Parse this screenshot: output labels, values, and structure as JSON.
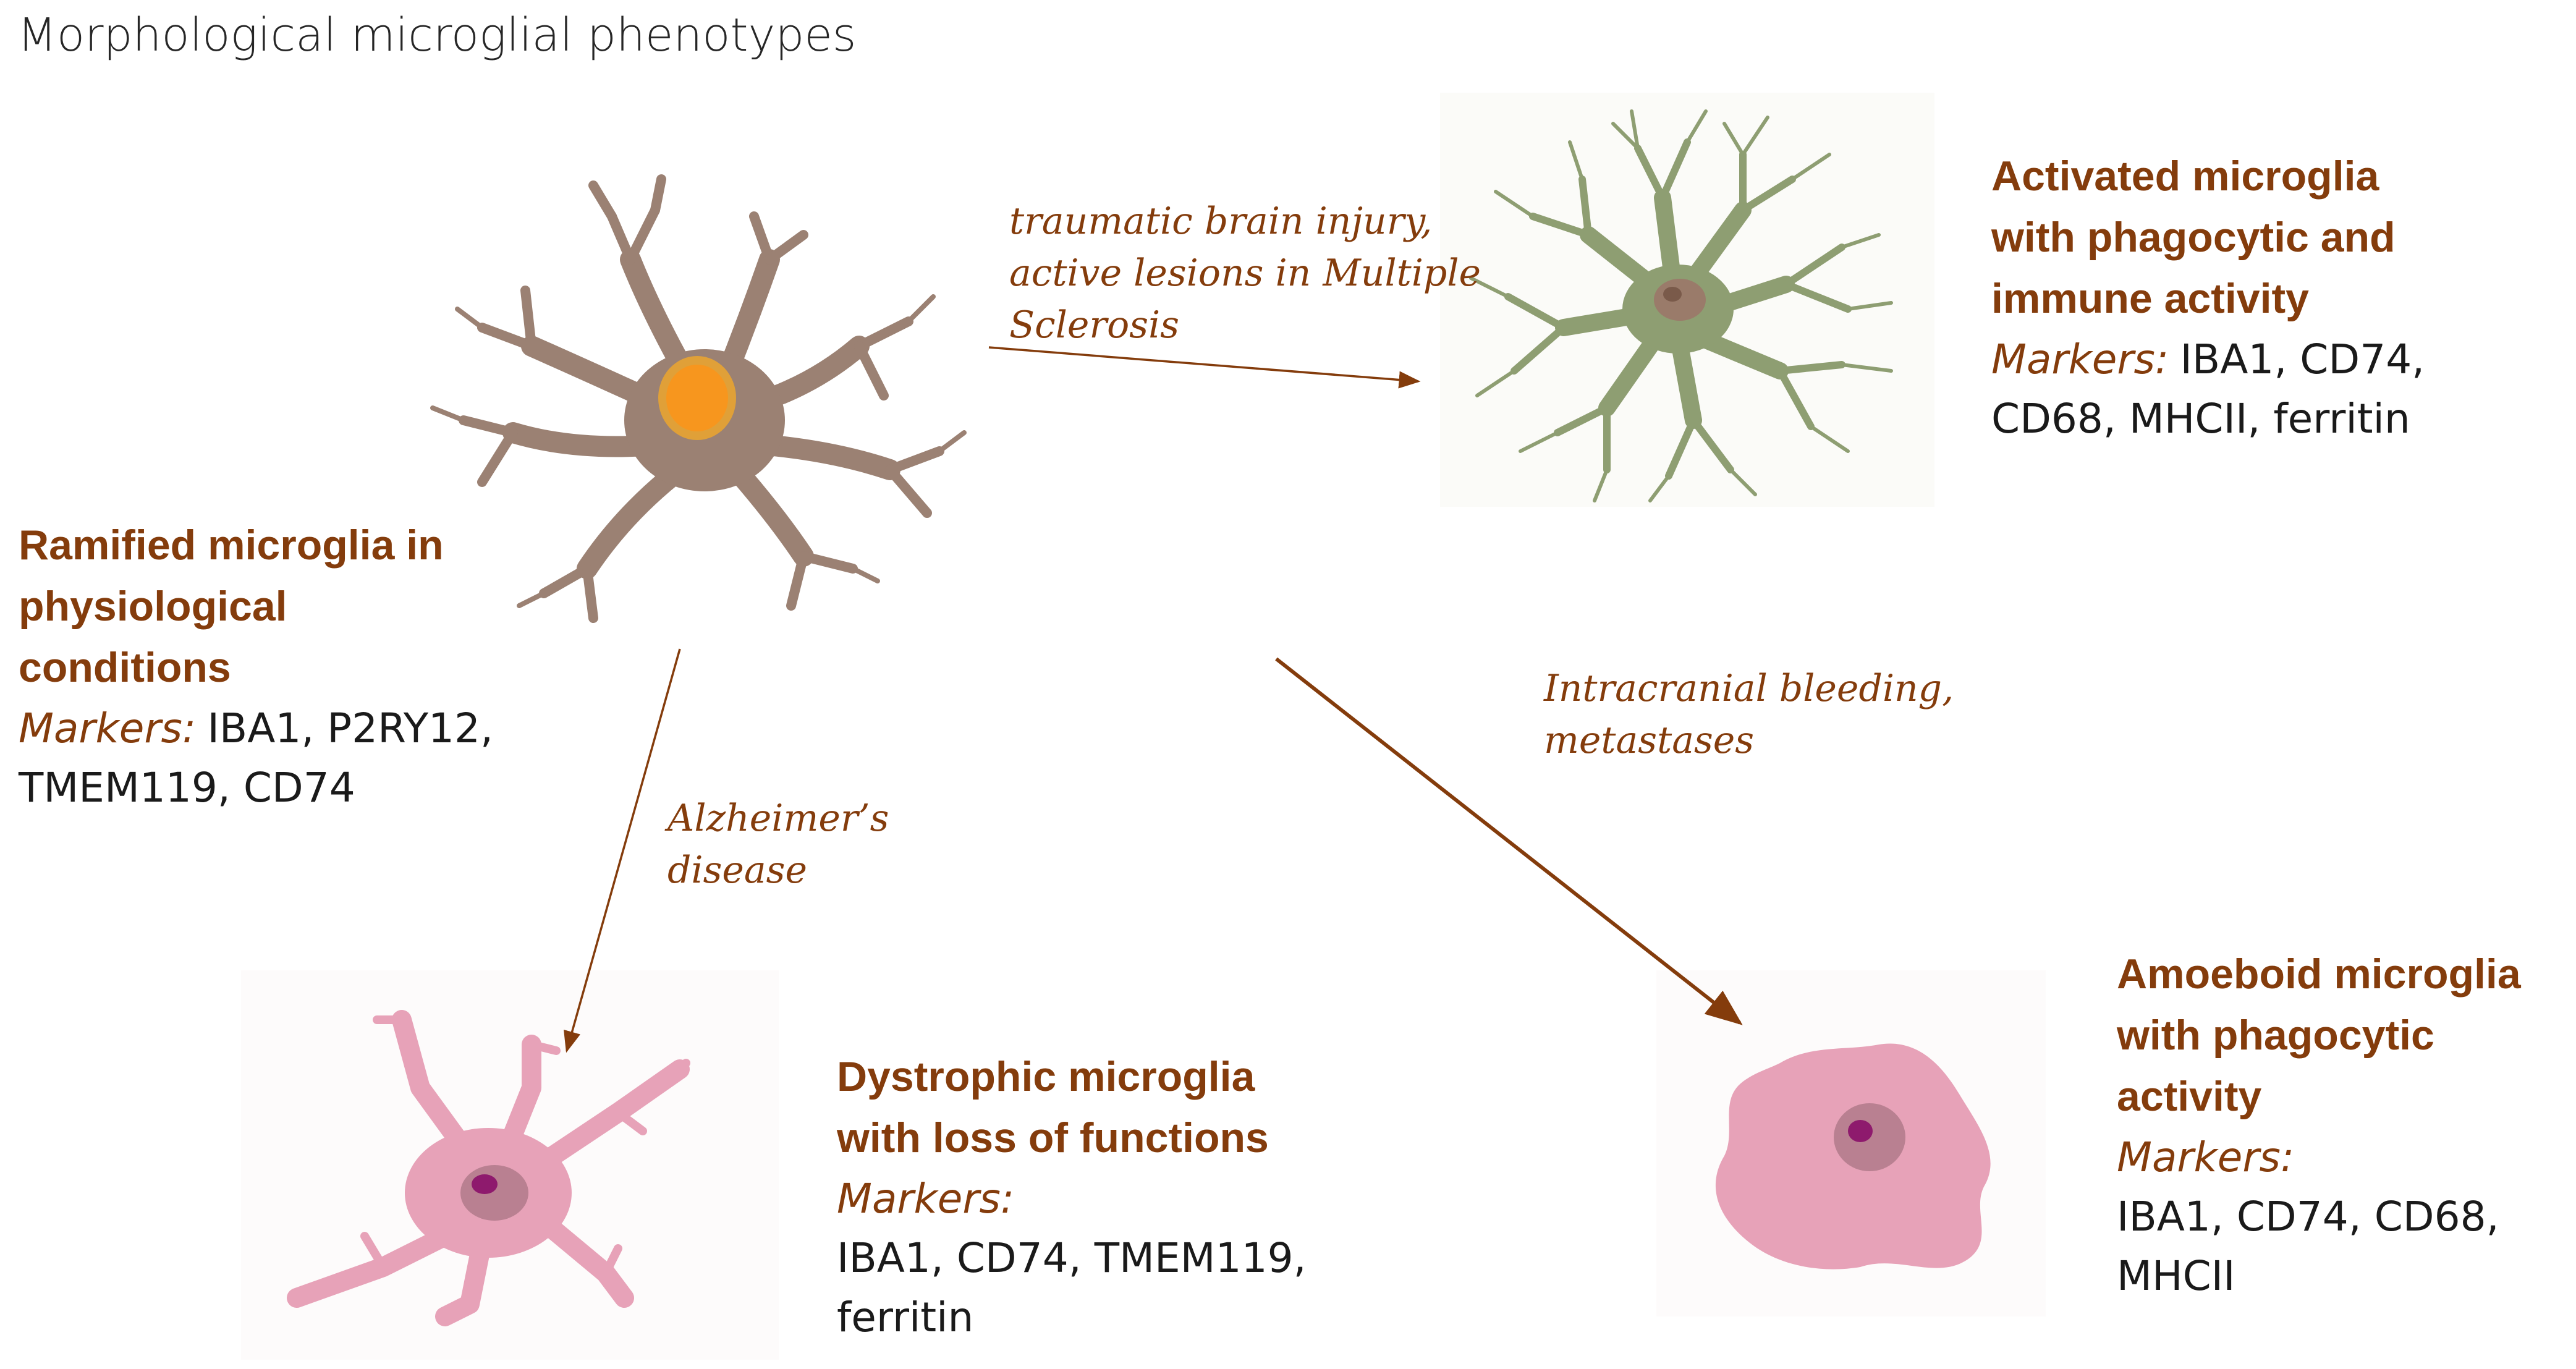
{
  "title": "Morphological microglial phenotypes",
  "colors": {
    "accent_brown": "#843c0c",
    "ramified_cell": "#9b8173",
    "ramified_nucleus": "#f39a1d",
    "activated_cell": "#8e9e72",
    "activated_nucleus": "#9a7b6a",
    "pink_cell": "#e7a2b8",
    "pink_nucleus": "#b98091",
    "nucleolus": "#8e1a6d"
  },
  "icons": {
    "ramified": "ramified-microglia-icon",
    "activated": "activated-microglia-icon",
    "dystrophic": "dystrophic-microglia-icon",
    "amoeboid": "amoeboid-microglia-icon"
  },
  "phenotypes": {
    "ramified": {
      "title_lines": [
        "Ramified microglia in",
        "physiological",
        "conditions"
      ],
      "markers_label": "Markers:",
      "markers_lines": [
        "IBA1, P2RY12,",
        "TMEM119, CD74"
      ]
    },
    "activated": {
      "title_lines": [
        "Activated microglia",
        "with phagocytic and",
        "immune activity"
      ],
      "markers_label": "Markers:",
      "markers_lines": [
        "IBA1, CD74,",
        "CD68, MHCII, ferritin"
      ]
    },
    "dystrophic": {
      "title_lines": [
        "Dystrophic microglia",
        "with loss of functions"
      ],
      "markers_label": "Markers:",
      "markers_lines": [
        "IBA1, CD74, TMEM119,",
        "ferritin"
      ]
    },
    "amoeboid": {
      "title_lines": [
        "Amoeboid microglia",
        "with phagocytic",
        "activity"
      ],
      "markers_label": "Markers:",
      "markers_lines": [
        "IBA1, CD74, CD68, MHCII"
      ]
    }
  },
  "conditions": {
    "to_activated": [
      "traumatic brain injury,",
      "active lesions in Multiple",
      "Sclerosis"
    ],
    "to_dystrophic": [
      "Alzheimer’s",
      "disease"
    ],
    "to_amoeboid": [
      "Intracranial bleeding,",
      "metastases"
    ]
  }
}
